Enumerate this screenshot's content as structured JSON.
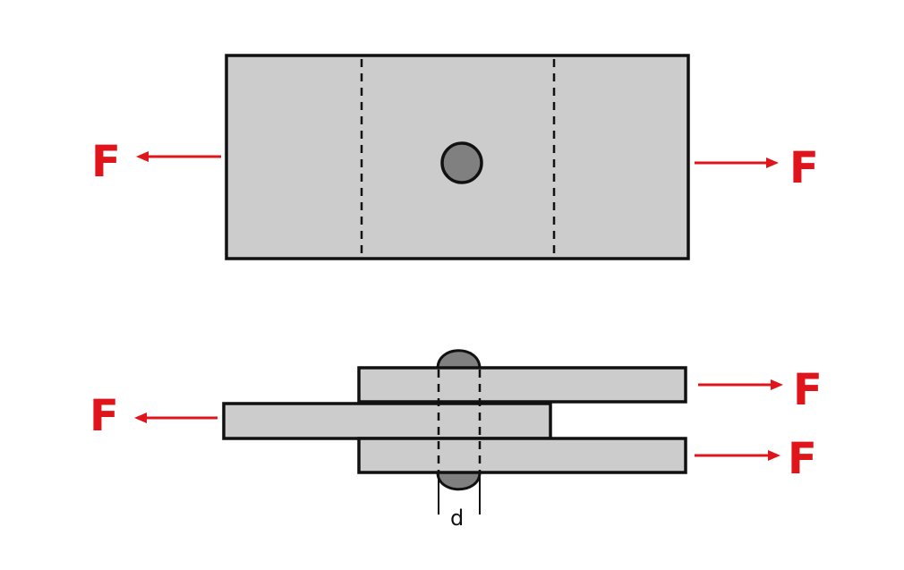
{
  "colors": {
    "plate_fill": "#cccccc",
    "outline": "#111111",
    "rivet_fill": "#808080",
    "force": "#e0141b",
    "background": "#ffffff"
  },
  "top_view": {
    "left_force": {
      "label": "F",
      "direction": "left"
    },
    "right_force": {
      "label": "F",
      "direction": "right"
    },
    "rivet": "circle rivet hole at plate center",
    "shear_planes": "two dashed vertical lines"
  },
  "side_view": {
    "left_force": {
      "label": "F",
      "direction": "left"
    },
    "right_top_force": {
      "label": "F",
      "direction": "right"
    },
    "right_bottom_force": {
      "label": "F",
      "direction": "right"
    },
    "plates": [
      "top outer plate",
      "middle plate",
      "bottom outer plate"
    ],
    "dimension": {
      "label": "d"
    }
  }
}
